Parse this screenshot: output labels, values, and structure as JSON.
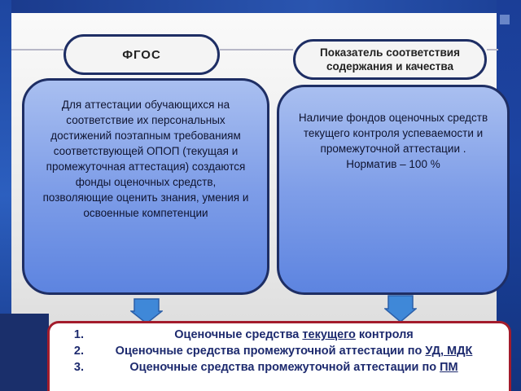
{
  "header": {
    "left_title": "ФГОС",
    "right_title": "Показатель соответствия содержания и качества"
  },
  "left_card": {
    "text": "Для аттестации обучающихся на соответствие их персональных достижений поэтапным требованиям соответствующей ОПОП (текущая и промежуточная аттестация) создаются фонды оценочных средств, позволяющие оценить знания, умения и освоенные компетенции"
  },
  "right_card": {
    "text": "Наличие фондов оценочных средств текущего контроля успеваемости и промежуточной аттестации .",
    "norm": "Норматив – 100 %"
  },
  "list": {
    "items": [
      {
        "prefix": "Оценочные средства ",
        "underlined": "текущего",
        "suffix": " контроля"
      },
      {
        "prefix": "Оценочные средства промежуточной аттестации по ",
        "underlined": "УД, МДК",
        "suffix": ""
      },
      {
        "prefix": "Оценочные средства промежуточной аттестации по ",
        "underlined": "ПМ",
        "suffix": ""
      }
    ]
  },
  "colors": {
    "card_fill": "#7f9ee8",
    "card_border": "#1e2e64",
    "list_border": "#a31c2c",
    "list_text": "#1d2a6e",
    "arrow": "#3f88d8"
  }
}
